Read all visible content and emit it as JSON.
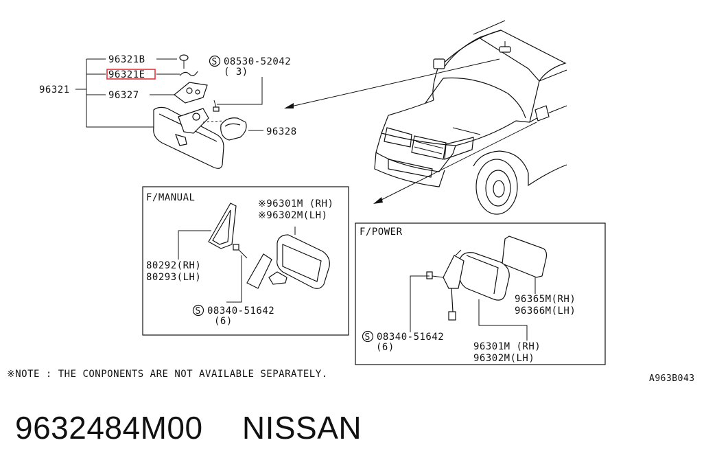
{
  "labels": {
    "p96321B": "96321B",
    "p96321E": "96321E",
    "p96321": "96321",
    "p96327": "96327",
    "p96328": "96328",
    "bolt_top": "08530-52042",
    "bolt_top_qty": "( 3)",
    "manual_title": "F/MANUAL",
    "m96301": "※96301M (RH)",
    "m96302": "※96302M(LH)",
    "m80292": "80292(RH)",
    "m80293": "80293(LH)",
    "manual_bolt": "08340-51642",
    "manual_bolt_qty": "(6)",
    "power_title": "F/POWER",
    "p96365": "96365M(RH)",
    "p96366": "96366M(LH)",
    "power_bolt": "08340-51642",
    "power_bolt_qty": "(6)",
    "p96301": "96301M (RH)",
    "p96302": "96302M(LH)",
    "s_symbol": "S",
    "note": "※NOTE : THE CONPONENTS ARE NOT AVAILABLE SEPARATELY.",
    "drawing_code": "A963B043"
  },
  "highlight_color": "#e8333b",
  "footer": {
    "part_number": "9632484M00",
    "brand": "NISSAN"
  }
}
